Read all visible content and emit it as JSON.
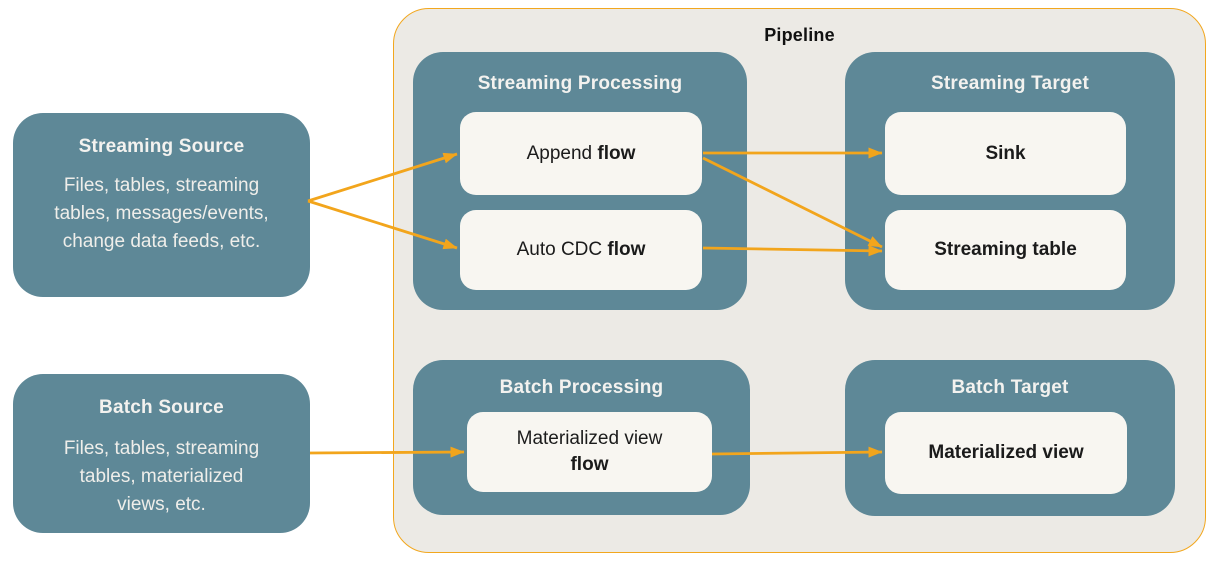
{
  "pipeline_label": "Pipeline",
  "sources": [
    {
      "id": "streaming-source",
      "title": "Streaming Source",
      "lines": [
        "Files, tables, streaming",
        "tables, messages/events,",
        "change data feeds, etc."
      ]
    },
    {
      "id": "batch-source",
      "title": "Batch Source",
      "lines": [
        "Files, tables, streaming",
        "tables, materialized",
        "views, etc."
      ]
    }
  ],
  "groups": [
    {
      "id": "streaming-processing",
      "title": "Streaming Processing",
      "nodes": [
        {
          "id": "append-flow",
          "regular": "Append ",
          "bold": "flow"
        },
        {
          "id": "auto-cdc-flow",
          "regular": "Auto CDC ",
          "bold": "flow"
        }
      ]
    },
    {
      "id": "streaming-target",
      "title": "Streaming Target",
      "nodes": [
        {
          "id": "sink",
          "regular": "",
          "bold": "Sink"
        },
        {
          "id": "streaming-table",
          "regular": "",
          "bold": "Streaming table"
        }
      ]
    },
    {
      "id": "batch-processing",
      "title": "Batch Processing",
      "nodes": [
        {
          "id": "materialized-view-flow",
          "regular": "Materialized view",
          "bold": "flow"
        }
      ]
    },
    {
      "id": "batch-target",
      "title": "Batch Target",
      "nodes": [
        {
          "id": "materialized-view",
          "regular": "",
          "bold": "Materialized view"
        }
      ]
    }
  ],
  "edges": [
    {
      "from": "streaming-source",
      "to": "append-flow"
    },
    {
      "from": "streaming-source",
      "to": "auto-cdc-flow"
    },
    {
      "from": "append-flow",
      "to": "sink"
    },
    {
      "from": "append-flow",
      "to": "streaming-table"
    },
    {
      "from": "auto-cdc-flow",
      "to": "streaming-table"
    },
    {
      "from": "batch-source",
      "to": "materialized-view-flow"
    },
    {
      "from": "materialized-view-flow",
      "to": "materialized-view"
    }
  ],
  "colors": {
    "teal": "#5E8897",
    "pipeline_bg": "#ECEAE5",
    "pipeline_border": "#F2A71E",
    "accent_orange": "#F2A51C",
    "node_bg": "#F8F6F1",
    "text_dark": "#1B1B1B",
    "text_light": "#F3F2EF",
    "page_bg": "#FFFFFF"
  }
}
